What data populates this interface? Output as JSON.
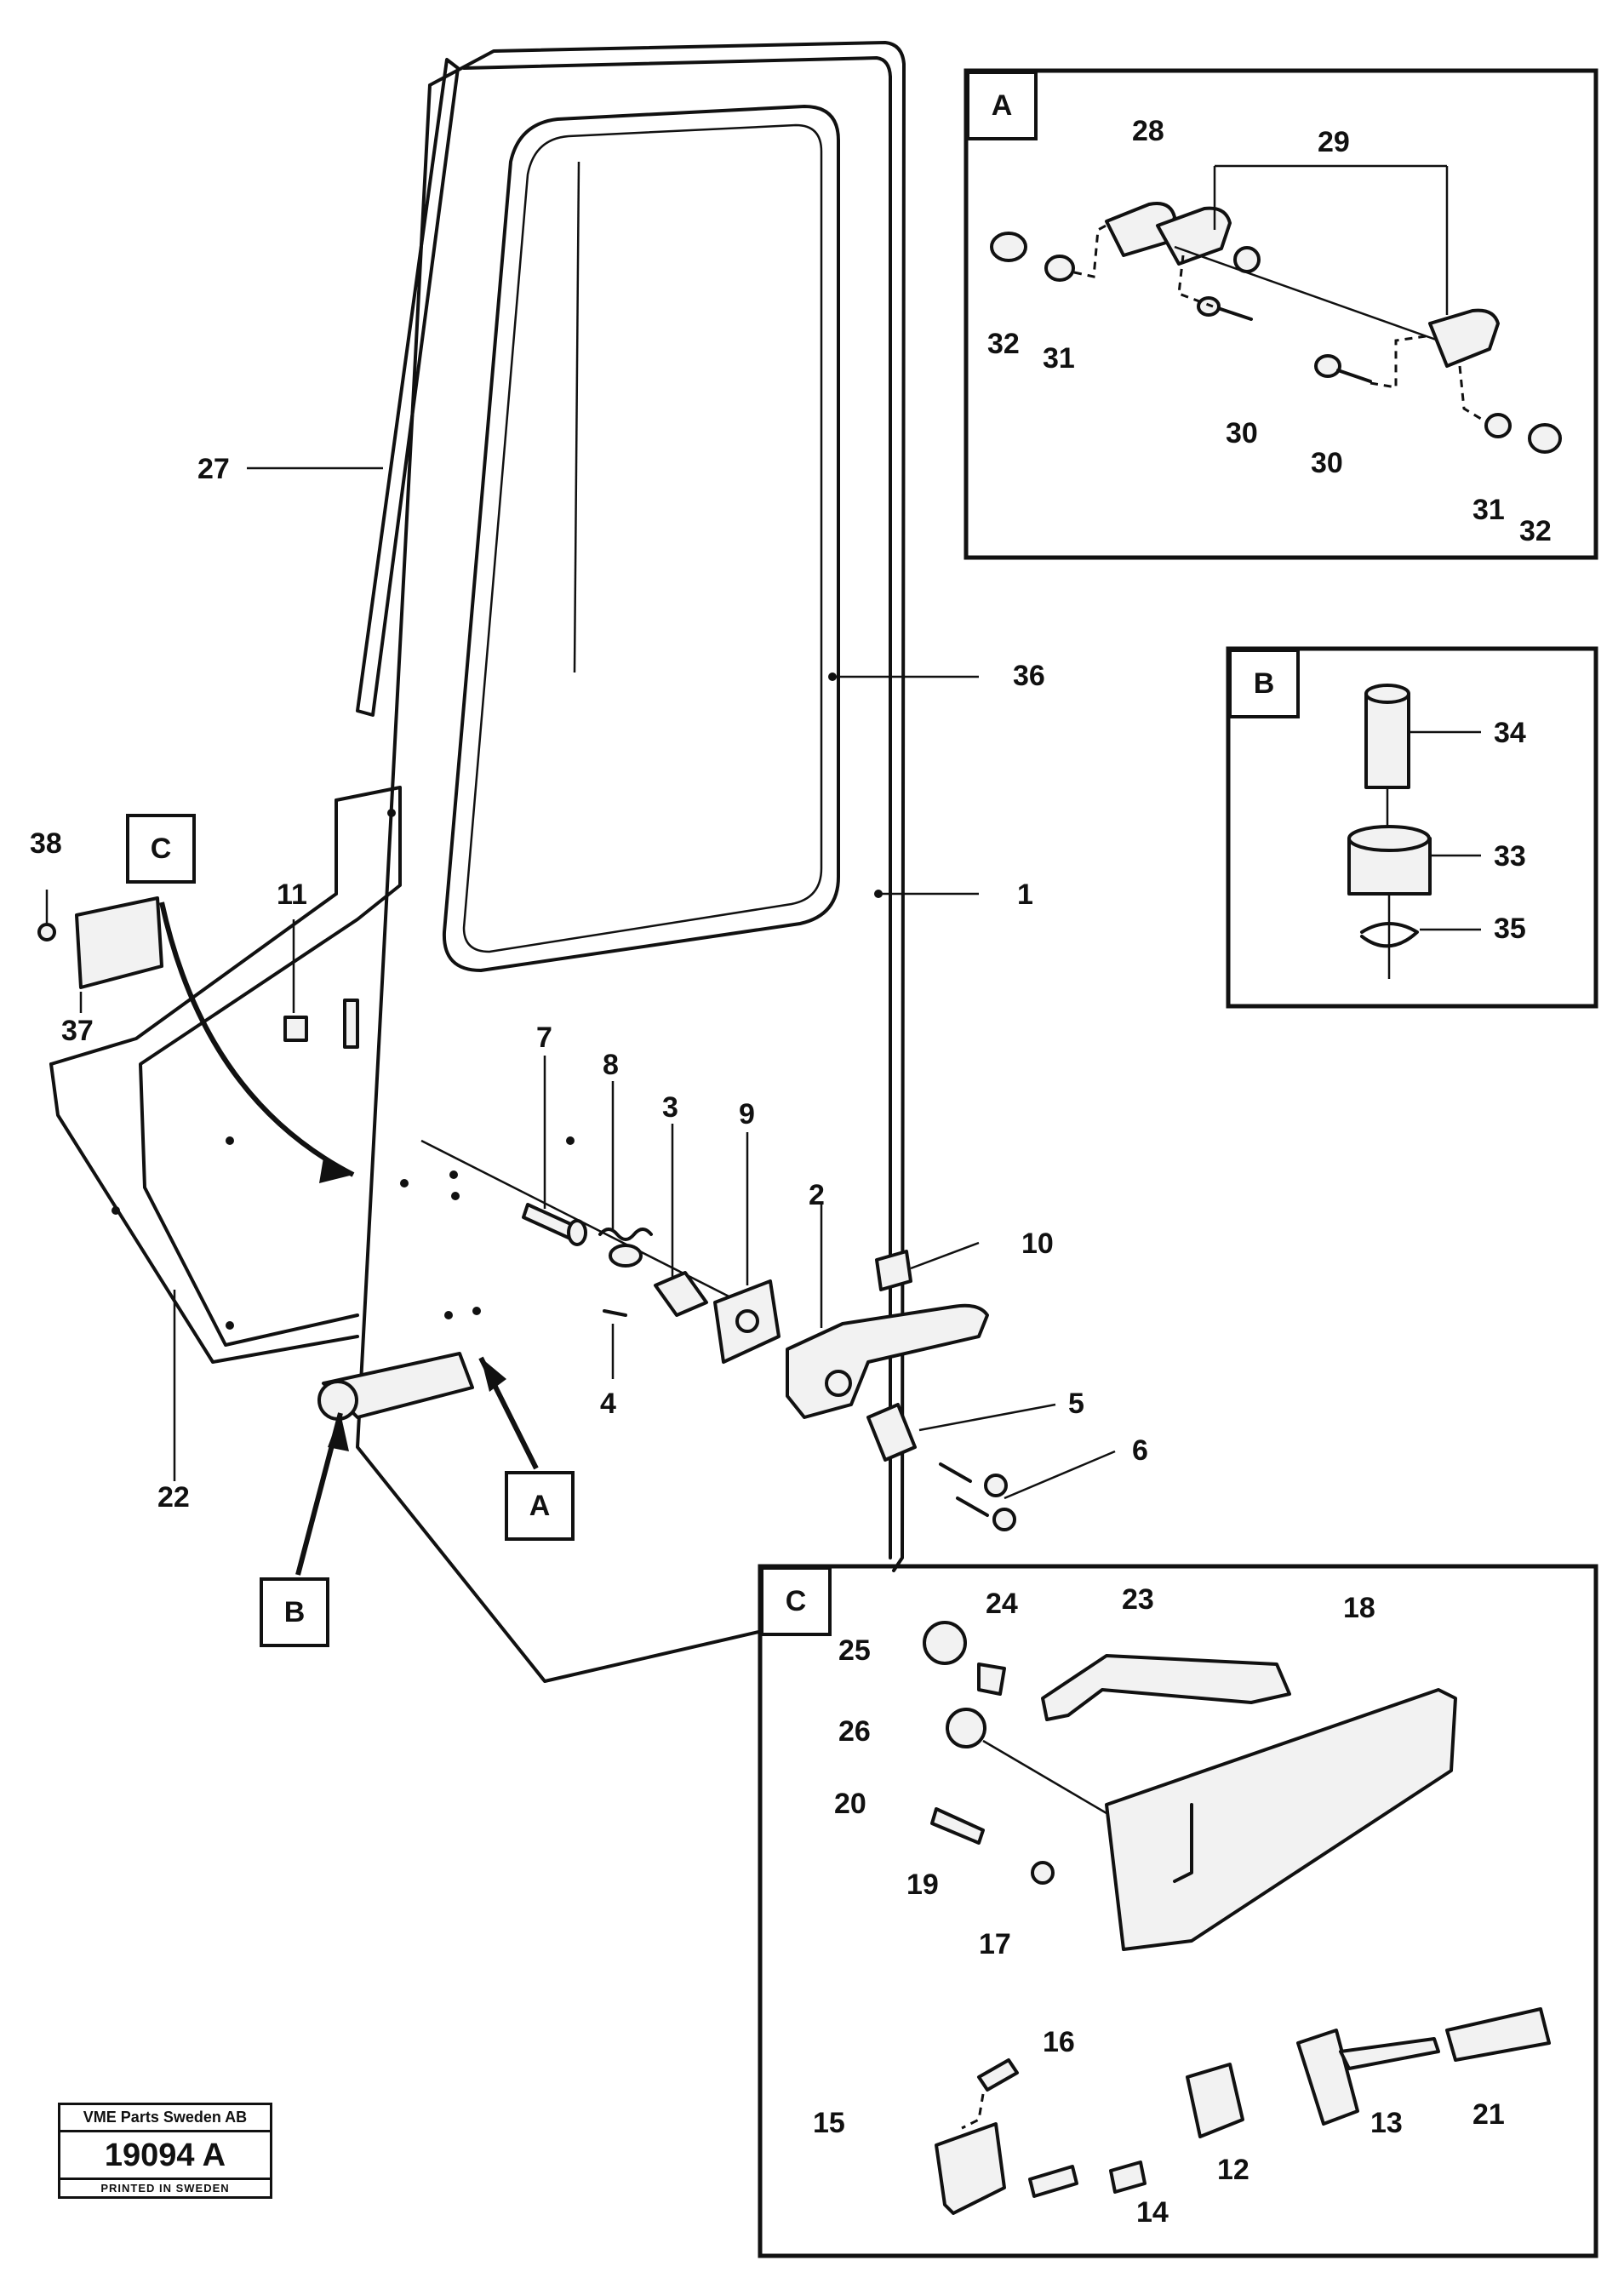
{
  "diagram": {
    "callouts": {
      "p1": "1",
      "p2": "2",
      "p3": "3",
      "p4": "4",
      "p5": "5",
      "p6": "6",
      "p7": "7",
      "p8": "8",
      "p9": "9",
      "p10": "10",
      "p11": "11",
      "p12": "12",
      "p13": "13",
      "p14": "14",
      "p15": "15",
      "p16": "16",
      "p17": "17",
      "p18": "18",
      "p19": "19",
      "p20": "20",
      "p21": "21",
      "p22": "22",
      "p23": "23",
      "p24": "24",
      "p25": "25",
      "p26": "26",
      "p27": "27",
      "p28": "28",
      "p29": "29",
      "p30a": "30",
      "p30b": "30",
      "p31a": "31",
      "p31b": "31",
      "p32a": "32",
      "p32b": "32",
      "p33": "33",
      "p34": "34",
      "p35": "35",
      "p36": "36",
      "p37": "37",
      "p38": "38"
    },
    "detail_tags": {
      "A": "A",
      "B": "B",
      "C": "C",
      "A_main": "A",
      "B_main": "B",
      "C_main": "C"
    }
  },
  "stamp": {
    "company": "VME Parts Sweden AB",
    "drawing_number": "19094 A",
    "printed": "PRINTED IN SWEDEN"
  }
}
